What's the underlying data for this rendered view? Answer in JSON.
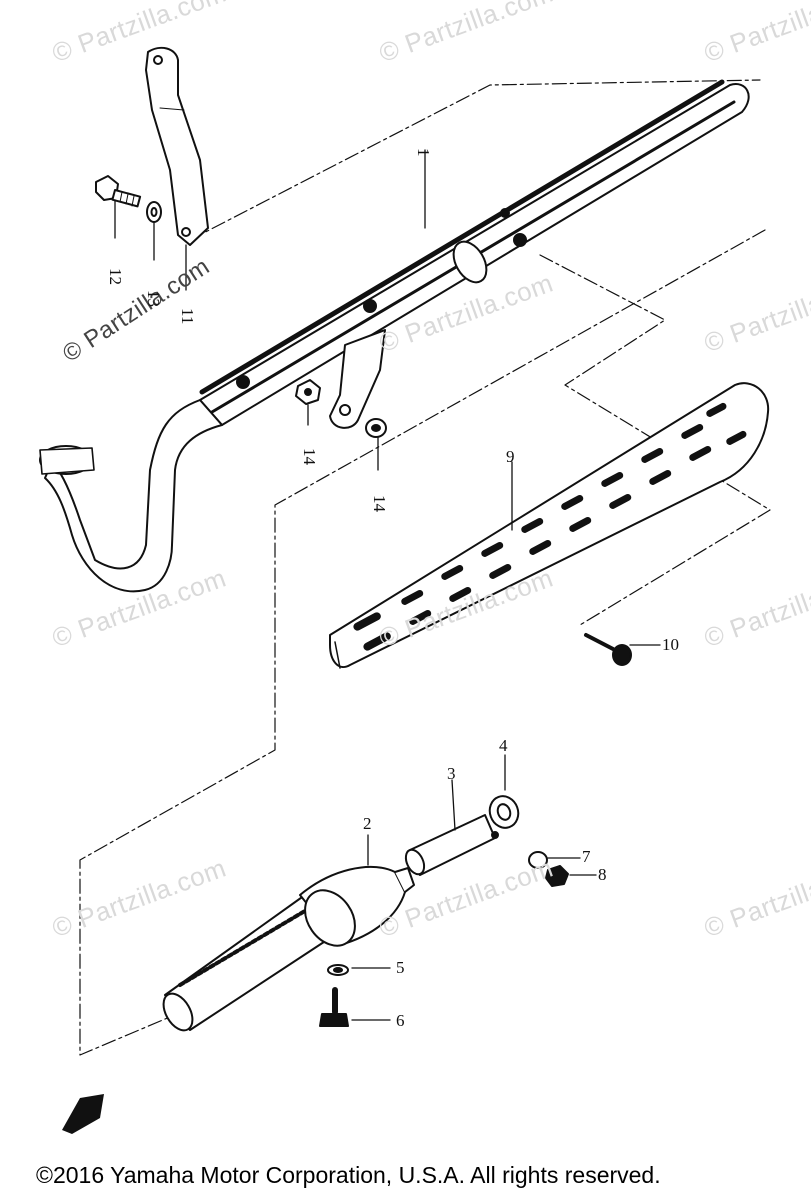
{
  "watermarks": {
    "text": "© Partzilla.com",
    "prominent": "© Partzilla.com"
  },
  "callouts": {
    "c1": "1",
    "c2": "2",
    "c3": "3",
    "c4": "4",
    "c5": "5",
    "c6": "6",
    "c7": "7",
    "c8": "8",
    "c9": "9",
    "c10": "10",
    "c11": "11",
    "c12": "12",
    "c13": "13",
    "c14a": "14",
    "c14b": "14"
  },
  "footer": {
    "copyright": "©2016 Yamaha Motor Corporation, U.S.A. All rights reserved."
  },
  "colors": {
    "line": "#111111",
    "fill": "#ffffff",
    "watermark": "#d9d9d9"
  }
}
